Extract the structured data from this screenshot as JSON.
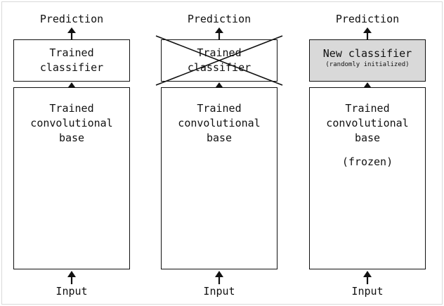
{
  "columns": [
    {
      "top_label": "Prediction",
      "classifier": {
        "text": "Trained\nclassifier",
        "crossed_out": false
      },
      "base": {
        "text": "Trained\nconvolutional\nbase",
        "note": ""
      },
      "bottom_label": "Input"
    },
    {
      "top_label": "Prediction",
      "classifier": {
        "text": "Trained\nclassifier",
        "crossed_out": true
      },
      "base": {
        "text": "Trained\nconvolutional\nbase",
        "note": ""
      },
      "bottom_label": "Input"
    },
    {
      "top_label": "Prediction",
      "classifier": {
        "text": "New classifier",
        "subtext": "(randomly initialized)",
        "crossed_out": false,
        "fill": "#d9d9d9"
      },
      "base": {
        "text": "Trained\nconvolutional\nbase",
        "note": "(frozen)"
      },
      "bottom_label": "Input"
    }
  ]
}
